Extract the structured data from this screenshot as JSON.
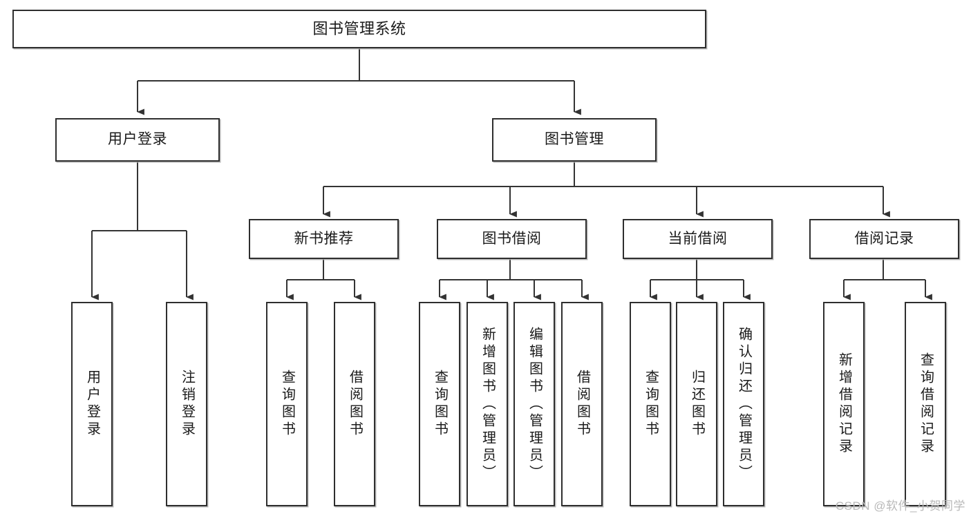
{
  "diagram": {
    "title": "图书管理系统",
    "root": {
      "label": "图书管理系统"
    },
    "level2": [
      {
        "label": "用户登录"
      },
      {
        "label": "图书管理"
      }
    ],
    "level3": [
      {
        "label": "新书推荐"
      },
      {
        "label": "图书借阅"
      },
      {
        "label": "当前借阅"
      },
      {
        "label": "借阅记录"
      }
    ],
    "leaves": {
      "user_login": [
        {
          "label": "用户登录"
        },
        {
          "label": "注销登录"
        }
      ],
      "new_book_recommend": [
        {
          "label": "查询图书"
        },
        {
          "label": "借阅图书"
        }
      ],
      "book_borrow": [
        {
          "label": "查询图书"
        },
        {
          "label": "新增图书（管理员）"
        },
        {
          "label": "编辑图书（管理员）"
        },
        {
          "label": "借阅图书"
        }
      ],
      "current_borrow": [
        {
          "label": "查询图书"
        },
        {
          "label": "归还图书"
        },
        {
          "label": "确认归还（管理员）"
        }
      ],
      "borrow_record": [
        {
          "label": "新增借阅记录"
        },
        {
          "label": "查询借阅记录"
        }
      ]
    }
  },
  "watermark": {
    "text": "CSDN @软件_小贺同学"
  },
  "colors": {
    "box_border": "#2e2e2e",
    "box_fill": "#ffffff",
    "line": "#333333",
    "text": "#1a1a1a",
    "watermark": "#b9b9b9",
    "background": "#ffffff"
  }
}
